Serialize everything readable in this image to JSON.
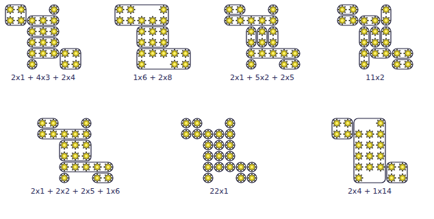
{
  "diagram": {
    "labels": [
      "2x1 + 4x3 + 2x4",
      "1x6 + 2x8",
      "2x1 + 5x2 + 2x5",
      "11x2",
      "2x1 + 2x2 + 2x5 + 1x6",
      "22x1",
      "2x4 + 1x14"
    ]
  }
}
